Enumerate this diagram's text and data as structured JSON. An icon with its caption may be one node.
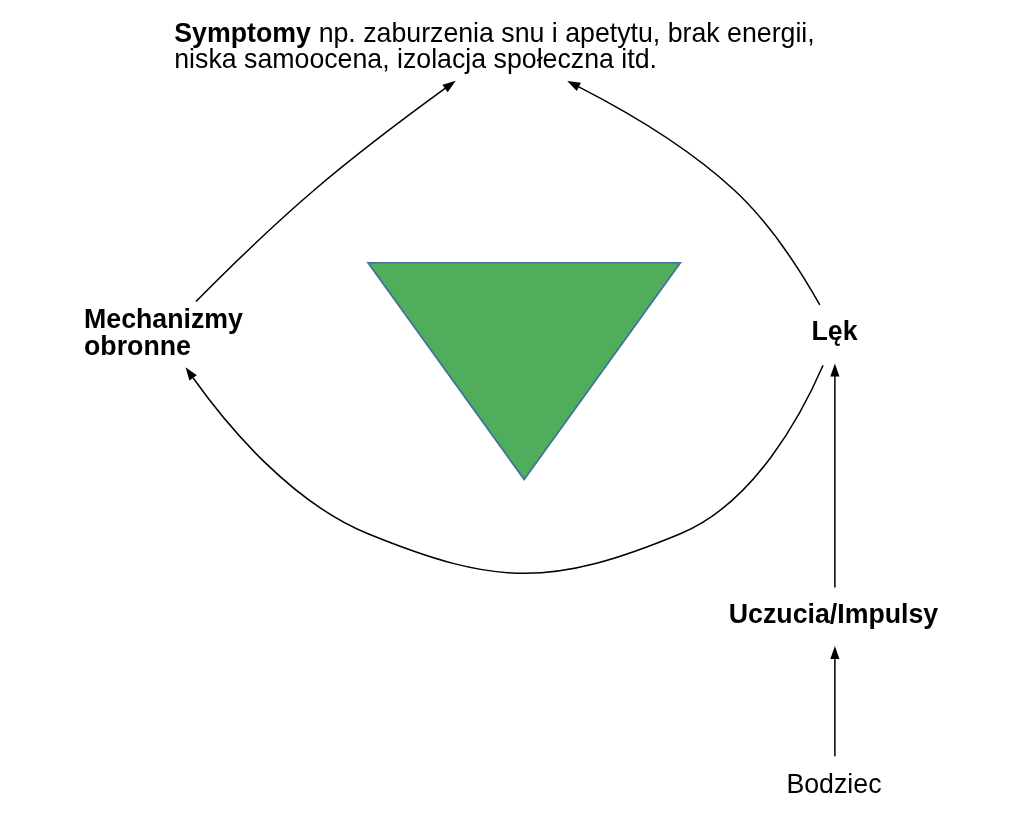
{
  "diagram": {
    "nodes": [
      {
        "text": [
          "**Symptomy** np. zaburzenia snu i apetytu, brak energii, niska samoocena, izolacja społeczna itd."
        ]
      },
      {
        "text": [
          "Mechanizmy obronne"
        ]
      },
      {
        "text": [],
        "shape": "triangle"
      },
      {
        "text": [
          "Lęk"
        ]
      },
      {
        "text": [
          "Uczucia/Impulsy"
        ]
      },
      {
        "text": [
          "Bodziec"
        ]
      }
    ],
    "edges": [
      {
        "from": 1,
        "to": 0,
        "arrow": "to"
      },
      {
        "from": 3,
        "to": 0,
        "arrow": "to"
      },
      {
        "from": 3,
        "to": 1,
        "arrow": "to"
      },
      {
        "from": 4,
        "to": 3,
        "arrow": "to"
      },
      {
        "from": 5,
        "to": 4,
        "arrow": "to"
      }
    ]
  }
}
